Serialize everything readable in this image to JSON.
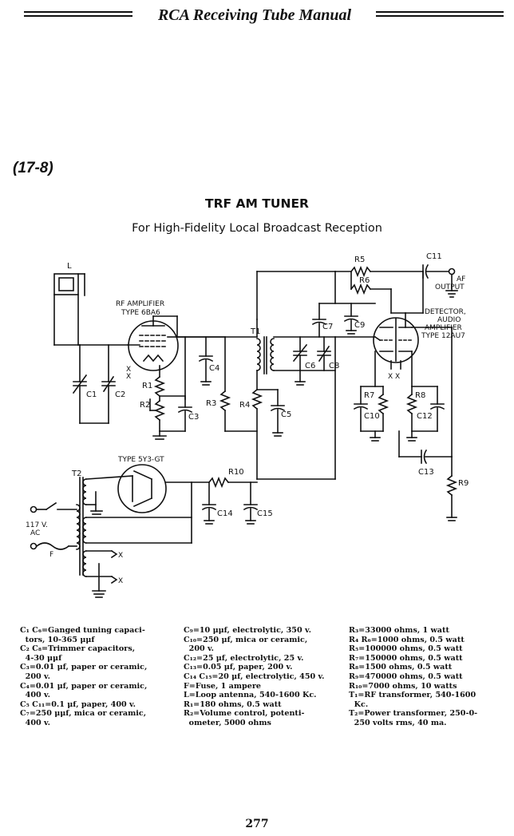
{
  "header": {
    "book_title": "RCA Receiving Tube Manual"
  },
  "figure": {
    "number": "(17-8)",
    "title": "TRF AM TUNER",
    "subtitle": "For High-Fidelity Local Broadcast Reception"
  },
  "schematic": {
    "antenna": "L",
    "rf_amp_line1": "RF AMPLIFIER",
    "rf_amp_line2": "TYPE 6BA6",
    "det_line1": "DETECTOR,",
    "det_line2": "AUDIO",
    "det_line3": "AMPLIFIER",
    "det_line4": "TYPE 12AU7",
    "af_line1": "AF",
    "af_line2": "OUTPUT",
    "rect_type": "TYPE 5Y3-GT",
    "mains_line1": "117 V.",
    "mains_line2": "AC",
    "fuse": "F",
    "t1": "T1",
    "t2": "T2",
    "x": "X",
    "xx": "X X",
    "c1": "C1",
    "c2": "C2",
    "c3": "C3",
    "c4": "C4",
    "c5": "C5",
    "c6": "C6",
    "c7": "C7",
    "c8": "C8",
    "c9": "C9",
    "c10": "C10",
    "c11": "C11",
    "c12": "C12",
    "c13": "C13",
    "c14": "C14",
    "c15": "C15",
    "r1": "R1",
    "r2": "R2",
    "r3": "R3",
    "r4": "R4",
    "r5": "R5",
    "r6": "R6",
    "r7": "R7",
    "r8": "R8",
    "r9": "R9",
    "r10": "R10"
  },
  "parts_list": {
    "col1": [
      "C₁ C₆=Ganged tuning capaci-",
      "  tors, 10-365 μμf",
      "C₂ C₈=Trimmer capacitors,",
      "  4-30 μμf",
      "C₃=0.01 μf, paper or ceramic,",
      "  200 v.",
      "C₄=0.01 μf, paper or ceramic,",
      "  400 v.",
      "C₅ C₁₁=0.1 μf, paper, 400 v.",
      "C₇=250 μμf, mica or ceramic,",
      "  400 v."
    ],
    "col2": [
      "C₉=10 μμf, electrolytic, 350 v.",
      "C₁₀=250 μf, mica or ceramic,",
      "  200 v.",
      "C₁₂=25 μf, electrolytic, 25 v.",
      "C₁₃=0.05 μf, paper, 200 v.",
      "C₁₄ C₁₅=20 μf, electrolytic, 450 v.",
      "F=Fuse, 1 ampere",
      "L=Loop antenna, 540-1600 Kc.",
      "R₁=180 ohms, 0.5 watt",
      "R₂=Volume control, potenti-",
      "  ometer, 5000 ohms"
    ],
    "col3": [
      "R₃=33000 ohms, 1 watt",
      "R₄ R₆=1000 ohms, 0.5 watt",
      "R₅=100000 ohms, 0.5 watt",
      "R₇=150000 ohms, 0.5 watt",
      "R₈=1500 ohms, 0.5 watt",
      "R₉=470000 ohms, 0.5 watt",
      "R₁₀=7000 ohms, 10 watts",
      "T₁=RF transformer, 540-1600",
      "  Kc.",
      "T₂=Power transformer, 250-0-",
      "  250 volts rms, 40 ma."
    ]
  },
  "page_number": "277"
}
